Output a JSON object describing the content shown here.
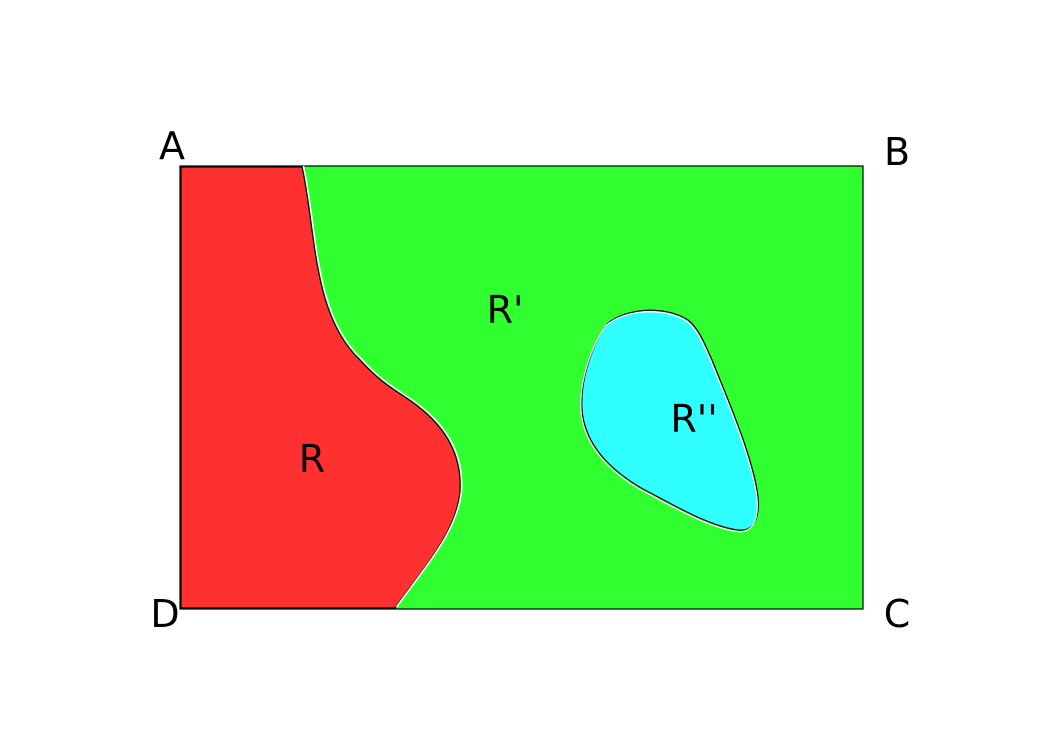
{
  "corners": {
    "a": "A",
    "b": "B",
    "c": "C",
    "d": "D"
  },
  "regions": {
    "r": {
      "label": "R",
      "color": "#ff3030"
    },
    "r_prime": {
      "label": "R'",
      "color": "#30ff30"
    },
    "r_double_prime": {
      "label": "R''",
      "color": "#30ffff"
    }
  },
  "colors": {
    "boundary": "#000000",
    "outline": "#ffffff"
  }
}
